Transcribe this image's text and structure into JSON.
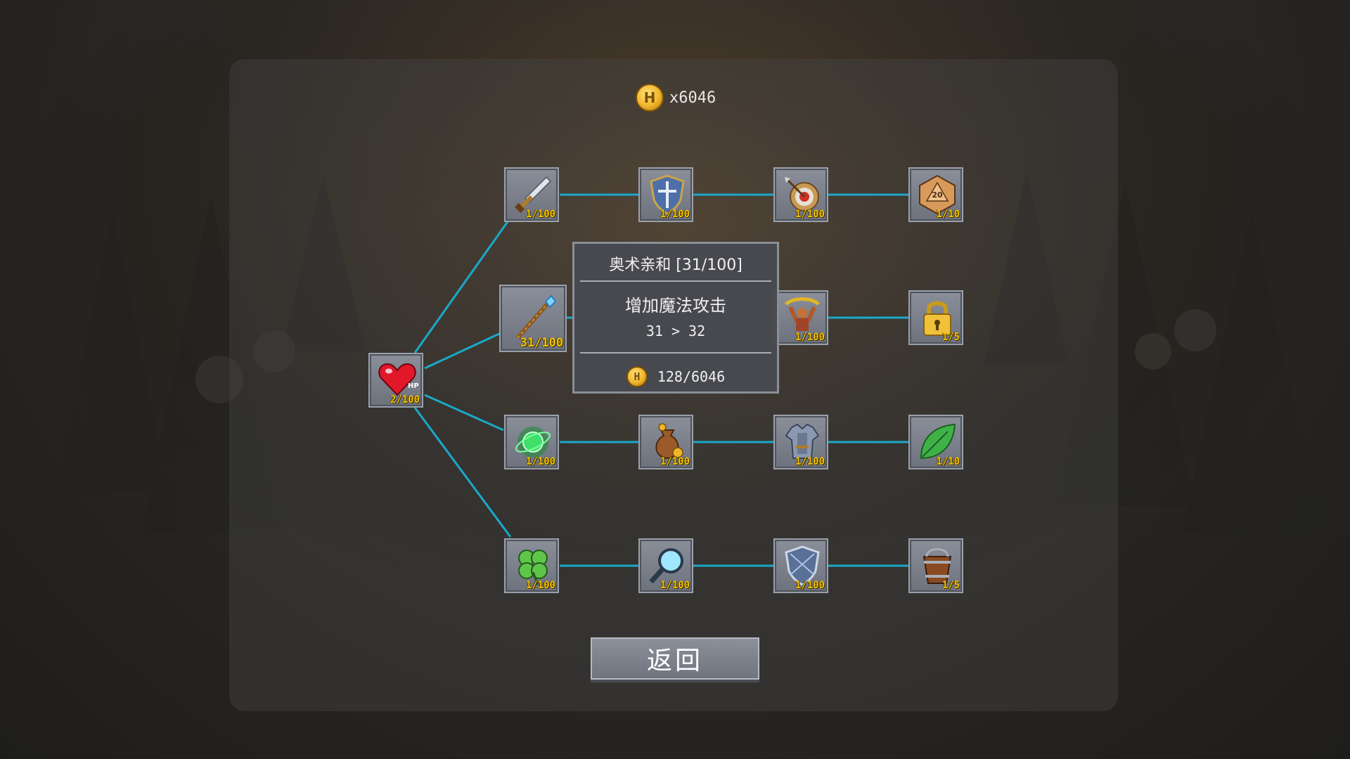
{
  "currency": {
    "icon": "coin-icon",
    "coin_symbol": "H",
    "amount_text": "x6046"
  },
  "root_node": {
    "icon": "heart-hp-icon",
    "hp_label": "HP",
    "level": "2/100"
  },
  "nodes": [
    {
      "icon": "sword-icon",
      "level": "1/100"
    },
    {
      "icon": "shield-icon",
      "level": "1/100"
    },
    {
      "icon": "target-arrow-icon",
      "level": "1/100"
    },
    {
      "icon": "d20-dice-icon",
      "dice_label": "20",
      "level": "1/10"
    },
    {
      "icon": "magic-staff-icon",
      "level": "31/100"
    },
    {
      "icon": "strongman-icon",
      "level": "1/100"
    },
    {
      "icon": "padlock-icon",
      "level": "1/5"
    },
    {
      "icon": "green-orb-icon",
      "level": "1/100"
    },
    {
      "icon": "coin-bag-icon",
      "level": "1/100"
    },
    {
      "icon": "armor-icon",
      "level": "1/100"
    },
    {
      "icon": "leaf-icon",
      "level": "1/10"
    },
    {
      "icon": "clover-icon",
      "level": "1/100"
    },
    {
      "icon": "magnifier-icon",
      "level": "1/100"
    },
    {
      "icon": "crystal-shield-icon",
      "level": "1/100"
    },
    {
      "icon": "bucket-icon",
      "level": "1/5"
    }
  ],
  "tooltip": {
    "title": "奥术亲和 [31/100]",
    "description": "增加魔法攻击",
    "value_change": "31 > 32",
    "cost": "128/6046"
  },
  "back_button": {
    "label": "返回"
  },
  "colors": {
    "link": "#1aa9c9",
    "level_text": "#f5c400",
    "coin": "#f0b429"
  }
}
